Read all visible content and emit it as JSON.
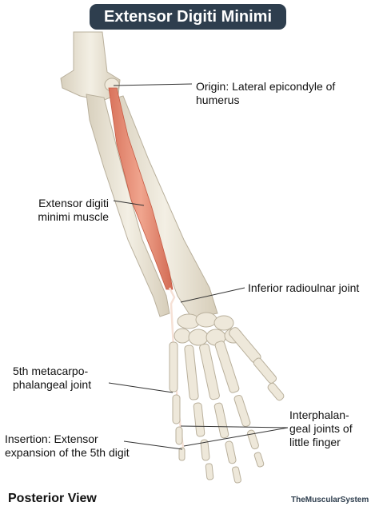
{
  "title": "Extensor Digiti Minimi",
  "labels": {
    "origin": "Origin: Lateral epicondyle of humerus",
    "muscle": "Extensor digiti minimi muscle",
    "radioulnar": "Inferior radioulnar joint",
    "mcp": "5th metacarpo-phalangeal joint",
    "interphalangeal": "Interphalan-geal joints of little finger",
    "insertion": "Insertion: Extensor expansion of the 5th digit"
  },
  "view": "Posterior View",
  "brand": "TheMuscularSystem",
  "colors": {
    "title_bg": "#2e3e4e",
    "bone": "#ece6d6",
    "bone_outline": "#b9b09c",
    "muscle": "#e8917a"
  }
}
